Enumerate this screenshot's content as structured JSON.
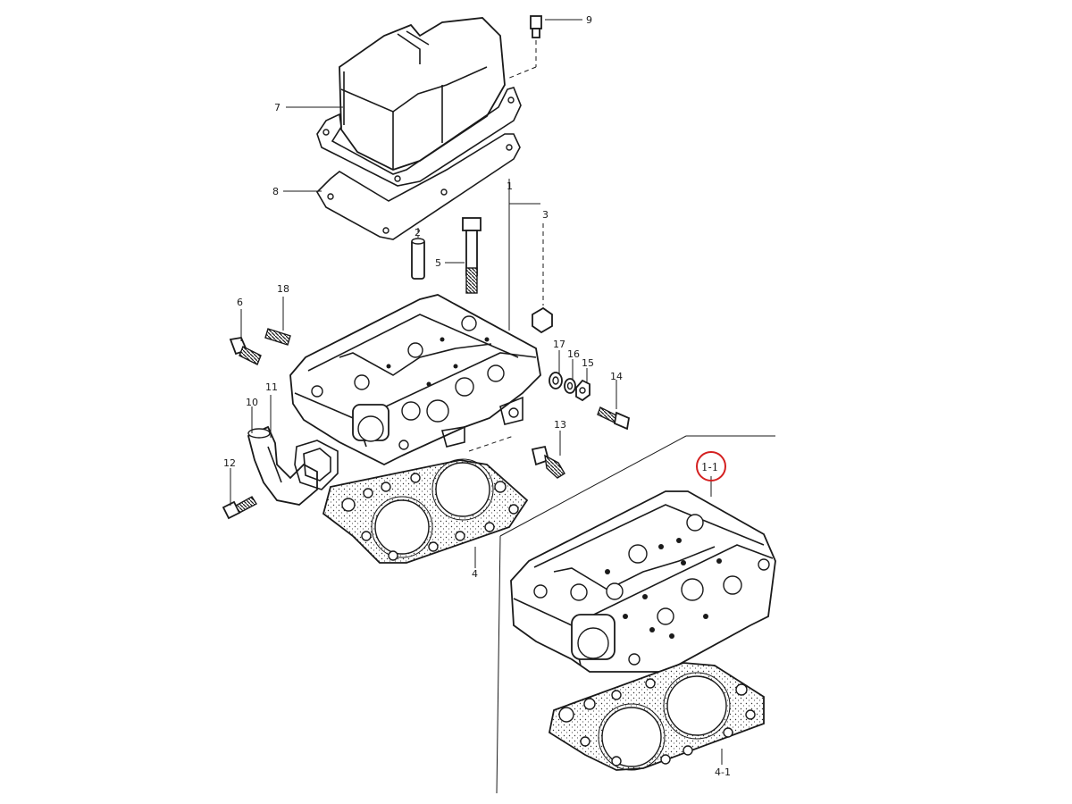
{
  "diagram": {
    "callouts": [
      {
        "id": "c1",
        "text": "1"
      },
      {
        "id": "c1_1",
        "text": "1-1"
      },
      {
        "id": "c2",
        "text": "2"
      },
      {
        "id": "c3",
        "text": "3"
      },
      {
        "id": "c4",
        "text": "4"
      },
      {
        "id": "c4_1",
        "text": "4-1"
      },
      {
        "id": "c5",
        "text": "5"
      },
      {
        "id": "c6",
        "text": "6"
      },
      {
        "id": "c7",
        "text": "7"
      },
      {
        "id": "c8",
        "text": "8"
      },
      {
        "id": "c9",
        "text": "9"
      },
      {
        "id": "c10",
        "text": "10"
      },
      {
        "id": "c11",
        "text": "11"
      },
      {
        "id": "c12",
        "text": "12"
      },
      {
        "id": "c13",
        "text": "13"
      },
      {
        "id": "c14",
        "text": "14"
      },
      {
        "id": "c15",
        "text": "15"
      },
      {
        "id": "c16",
        "text": "16"
      },
      {
        "id": "c17",
        "text": "17"
      },
      {
        "id": "c18",
        "text": "18"
      }
    ],
    "highlight_color": "#d42020",
    "line_color": "#1a1a1a"
  }
}
